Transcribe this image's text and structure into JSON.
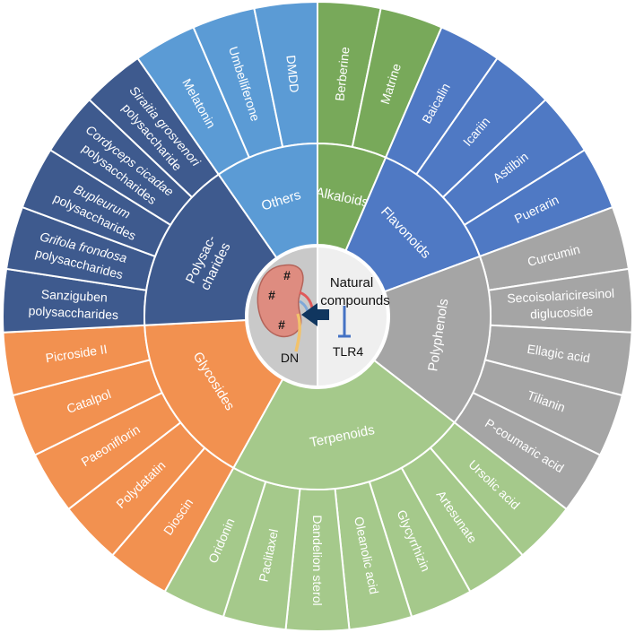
{
  "center": {
    "line1": "Natural",
    "line2": "compounds",
    "dn_label": "DN",
    "receptor_label": "TLR4",
    "kidney_mark": "#"
  },
  "categories": [
    {
      "id": "alkaloids",
      "label": [
        "Alkaloids"
      ],
      "color": "#78A95A",
      "items": [
        {
          "id": "berberine",
          "lines": [
            {
              "text": "Berberine"
            }
          ]
        },
        {
          "id": "matrine",
          "lines": [
            {
              "text": "Matrine"
            }
          ]
        }
      ]
    },
    {
      "id": "flavonoids",
      "label": [
        "Flavonoids"
      ],
      "color": "#4F79C4",
      "items": [
        {
          "id": "baicalin",
          "lines": [
            {
              "text": "Baicalin"
            }
          ]
        },
        {
          "id": "icariin",
          "lines": [
            {
              "text": "Icariin"
            }
          ]
        },
        {
          "id": "astilbin",
          "lines": [
            {
              "text": "Astilbin"
            }
          ]
        },
        {
          "id": "puerarin",
          "lines": [
            {
              "text": "Puerarin"
            }
          ]
        }
      ]
    },
    {
      "id": "polyphenols",
      "label": [
        "Polyphenols"
      ],
      "color": "#A5A5A5",
      "items": [
        {
          "id": "curcumin",
          "lines": [
            {
              "text": "Curcumin"
            }
          ]
        },
        {
          "id": "secoisolariciresinol",
          "lines": [
            {
              "text": "Secoisolariciresinol"
            },
            {
              "text": "diglucoside"
            }
          ]
        },
        {
          "id": "ellagic-acid",
          "lines": [
            {
              "text": "Ellagic acid"
            }
          ]
        },
        {
          "id": "tilianin",
          "lines": [
            {
              "text": "Tilianin"
            }
          ]
        },
        {
          "id": "p-coumaric-acid",
          "lines": [
            {
              "text": "P-coumaric acid"
            }
          ]
        }
      ]
    },
    {
      "id": "terpenoids",
      "label": [
        "Terpenoids"
      ],
      "color": "#A5C98B",
      "items": [
        {
          "id": "ursolic-acid",
          "lines": [
            {
              "text": "Ursolic acid"
            }
          ]
        },
        {
          "id": "artesunate",
          "lines": [
            {
              "text": "Artesunate"
            }
          ]
        },
        {
          "id": "glycyrrhizin",
          "lines": [
            {
              "text": "Glycyrrhizin"
            }
          ]
        },
        {
          "id": "oleanolic-acid",
          "lines": [
            {
              "text": "Oleanolic acid"
            }
          ]
        },
        {
          "id": "dandelion-sterol",
          "lines": [
            {
              "text": "Dandelion sterol"
            }
          ]
        },
        {
          "id": "paclitaxel",
          "lines": [
            {
              "text": "Paclitaxel"
            }
          ]
        },
        {
          "id": "oridonin",
          "lines": [
            {
              "text": "Oridonin"
            }
          ]
        }
      ]
    },
    {
      "id": "glycosides",
      "label": [
        "Glycosides"
      ],
      "color": "#F29150",
      "items": [
        {
          "id": "dioscin",
          "lines": [
            {
              "text": "Dioscin"
            }
          ]
        },
        {
          "id": "polydatatin",
          "lines": [
            {
              "text": "Polydatatin"
            }
          ]
        },
        {
          "id": "paeoniflorin",
          "lines": [
            {
              "text": "Paeoniflorin"
            }
          ]
        },
        {
          "id": "catalpol",
          "lines": [
            {
              "text": "Catalpol"
            }
          ]
        },
        {
          "id": "picroside-ii",
          "lines": [
            {
              "text": "Picroside II"
            }
          ]
        }
      ]
    },
    {
      "id": "polysaccharides",
      "label": [
        "Polysac-",
        "charides"
      ],
      "color": "#3E5A8E",
      "items": [
        {
          "id": "sanziguben",
          "lines": [
            {
              "text": "Sanziguben"
            },
            {
              "text": "polysaccharides"
            }
          ]
        },
        {
          "id": "grifola",
          "lines": [
            {
              "text": "Grifola frondosa",
              "italic": true
            },
            {
              "text": "polysaccharides"
            }
          ]
        },
        {
          "id": "bupleurum",
          "lines": [
            {
              "text": "Bupleurum",
              "italic": true
            },
            {
              "text": "polysaccharides"
            }
          ]
        },
        {
          "id": "cordyceps",
          "lines": [
            {
              "text": "Cordyceps cicadae",
              "italic": true
            },
            {
              "text": "polysaccharides"
            }
          ]
        },
        {
          "id": "siraitia",
          "lines": [
            {
              "text": "Siraitia grosvenori",
              "italic": true
            },
            {
              "text": "polysaccharide"
            }
          ]
        }
      ]
    },
    {
      "id": "others",
      "label": [
        "Others"
      ],
      "color": "#5B9BD5",
      "items": [
        {
          "id": "melatonin",
          "lines": [
            {
              "text": "Melatonin"
            }
          ]
        },
        {
          "id": "umbelliferone",
          "lines": [
            {
              "text": "Umbelliferone"
            }
          ]
        },
        {
          "id": "dmdd",
          "lines": [
            {
              "text": "DMDD"
            }
          ]
        }
      ]
    }
  ]
}
